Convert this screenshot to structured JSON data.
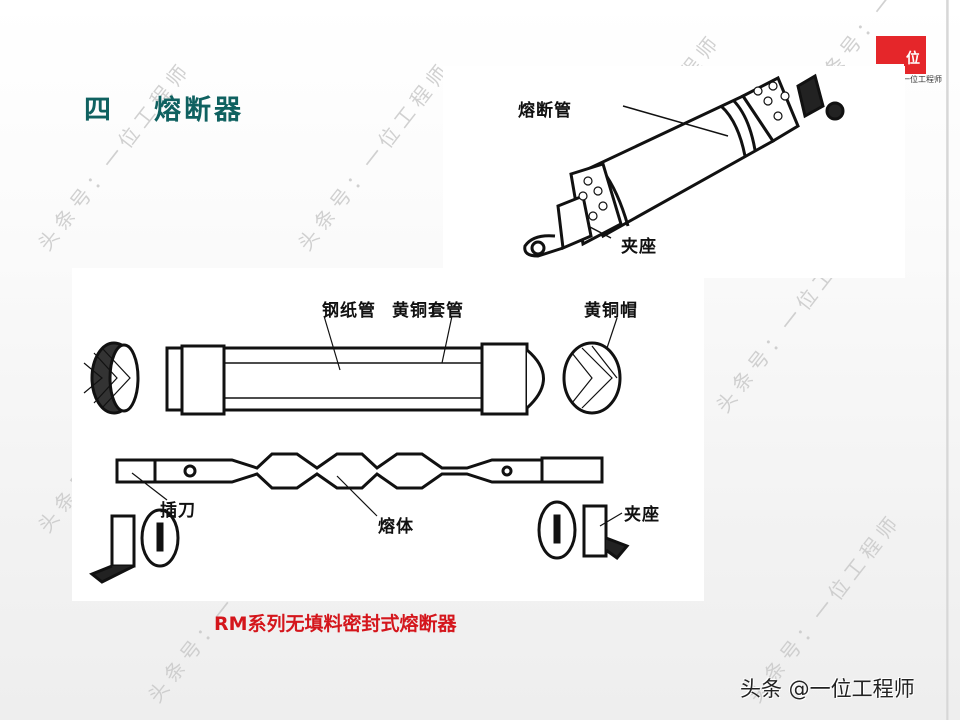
{
  "slide": {
    "section_number": "四",
    "title": "熔断器",
    "title_color": "#0f6160"
  },
  "logo": {
    "glyph": "位",
    "caption": "一位工程师",
    "color": "#e5262a"
  },
  "figure_top": {
    "labels": {
      "fuse_tube": "熔断管",
      "clip_seat": "夹座"
    }
  },
  "figure_bottom": {
    "labels": {
      "fiber_tube": "钢纸管",
      "brass_sleeve": "黄铜套管",
      "brass_cap": "黄铜帽",
      "blade": "插刀",
      "fuse_element": "熔体",
      "clip_seat": "夹座"
    }
  },
  "caption": {
    "text": "RM系列无填料密封式熔断器",
    "color": "#d4161c"
  },
  "watermark": {
    "text": "头条号：一位工程师"
  },
  "source": {
    "text": "头条 @一位工程师"
  }
}
